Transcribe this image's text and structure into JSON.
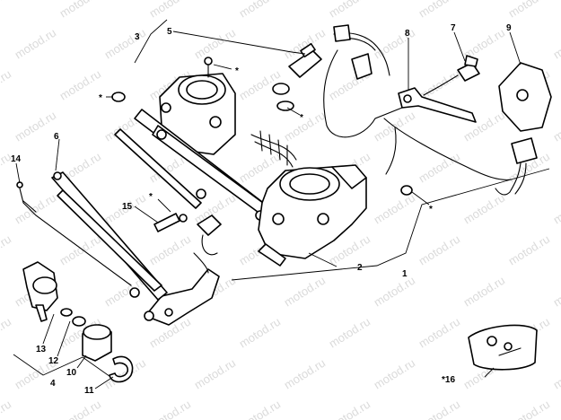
{
  "watermark": "motod.ru",
  "callouts": {
    "c1": "1",
    "c2": "2",
    "c3": "3",
    "c4": "4",
    "c5": "5",
    "c6": "6",
    "c7": "7",
    "c8": "8",
    "c9": "9",
    "c10": "10",
    "c11": "11",
    "c12": "12",
    "c13": "13",
    "c14": "14",
    "c15": "15",
    "c16": "*16"
  },
  "asterisk": "*"
}
